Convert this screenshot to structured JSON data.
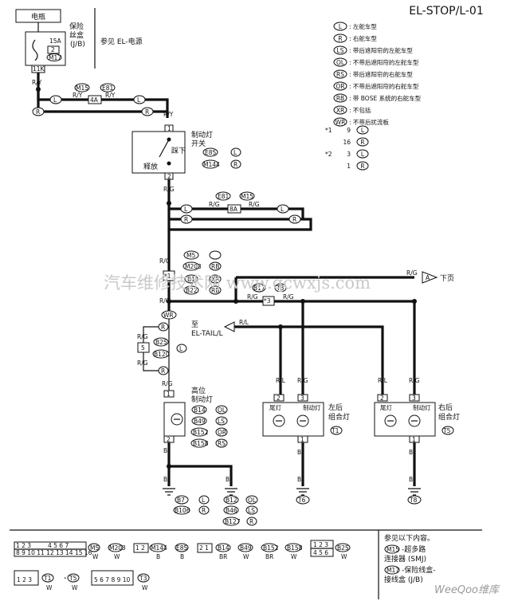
{
  "page": {
    "title": "EL-STOP/L-01",
    "battery": "电瓶",
    "fuse_box": "保险\n丝盒\n(J/B)",
    "fuse_value": "15A",
    "fuse_number": "2",
    "connector_m17": "M17",
    "connector_11k": "11K",
    "ref_power": "参见 EL-电源",
    "stop_switch": "制动灯\n开关",
    "press": "踩下",
    "release": "释放",
    "to_tail": "至\nEL-TAIL/L",
    "next_page": "下页",
    "high_mount": "高位\n制动灯",
    "left_combo": "左后\n组合灯",
    "right_combo": "右后\n组合灯",
    "tail_lamp": "尾灯",
    "stop_lamp": "制动灯",
    "watermark": "汽车维修技术网 www.qcwxjs.com",
    "weeqoo": "WeeQoo维库"
  },
  "legend": [
    {
      "code": "L",
      "text": ": 左舵车型"
    },
    {
      "code": "R",
      "text": ": 右舵车型"
    },
    {
      "code": "LS",
      "text": ": 带后遮阳帘的左舵车型"
    },
    {
      "code": "OL",
      "text": ": 不带后遮阳帘的左舵车型"
    },
    {
      "code": "RS",
      "text": ": 带后遮阳帘的右舵车型"
    },
    {
      "code": "OR",
      "text": ": 不带后遮阳帘的右舵车型"
    },
    {
      "code": "RB",
      "text": ": 带 BOSE 系统的右舵车型"
    },
    {
      "code": "XR",
      "text": ": 不包括"
    },
    {
      "code": "WR",
      "text": ": 不带后扰流板"
    }
  ],
  "notes": [
    {
      "mark": "*1",
      "pin": "9",
      "code": "L"
    },
    {
      "mark": "",
      "pin": "16",
      "code": "R"
    },
    {
      "mark": "*2",
      "pin": "3",
      "code": "L"
    },
    {
      "mark": "",
      "pin": "1",
      "code": "R"
    }
  ],
  "wires": {
    "RY": "R/Y",
    "RG": "R/G",
    "RL": "R/L",
    "B": "B",
    "R": "R",
    "L": "L"
  },
  "connectors": {
    "M15": "M15",
    "E81": "E81",
    "E85": "E85",
    "M144": "M144",
    "M5": "M5",
    "M203": "M203",
    "B1": "B1",
    "B22": "B22",
    "B17": "B17",
    "B25": "B25",
    "B120": "B120",
    "B14": "B14",
    "B49": "B49",
    "B152": "B152",
    "B158": "B158",
    "B7": "B7",
    "B106": "B106",
    "B12": "B12",
    "B46": "B46",
    "B127": "B127",
    "T1": "T1",
    "T5": "T5",
    "T3": "T3",
    "T6": "T6",
    "T8": "T8",
    "4A": "4A",
    "8A": "8A",
    "3": "*3",
    "A": "A"
  },
  "bottom": {
    "ref_title": "参见以下内容。",
    "ref1": "-超多路\n连接器 (SMJ)",
    "ref2": "-保险线盒-\n接线盒 (J/B)",
    "colors": [
      "W",
      "W",
      "B",
      "B",
      "BR",
      "W",
      "BR",
      "W",
      "W",
      "W",
      "W",
      "W"
    ]
  }
}
